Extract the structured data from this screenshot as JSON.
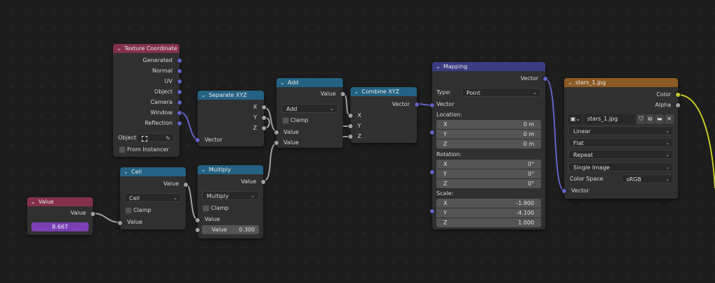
{
  "nodes": {
    "texture_coordinate": {
      "title": "Texture Coordinate",
      "outputs": [
        "Generated",
        "Normal",
        "UV",
        "Object",
        "Camera",
        "Window",
        "Reflection"
      ],
      "object_label": "Object:",
      "from_instancer_label": "From Instancer"
    },
    "separate_xyz": {
      "title": "Separate XYZ",
      "outputs": [
        "X",
        "Y",
        "Z"
      ],
      "input": "Vector"
    },
    "add": {
      "title": "Add",
      "output": "Value",
      "operation": "Add",
      "clamp_label": "Clamp",
      "inputs": [
        "Value",
        "Value"
      ]
    },
    "combine_xyz": {
      "title": "Combine XYZ",
      "output": "Vector",
      "inputs": [
        "X",
        "Y",
        "Z"
      ]
    },
    "mapping": {
      "title": "Mapping",
      "output": "Vector",
      "type_label": "Type:",
      "type_value": "Point",
      "vector_input": "Vector",
      "location_label": "Location:",
      "location": [
        {
          "axis": "X",
          "value": "0 m"
        },
        {
          "axis": "Y",
          "value": "0 m"
        },
        {
          "axis": "Z",
          "value": "0 m"
        }
      ],
      "rotation_label": "Rotation:",
      "rotation": [
        {
          "axis": "X",
          "value": "0°"
        },
        {
          "axis": "Y",
          "value": "0°"
        },
        {
          "axis": "Z",
          "value": "0°"
        }
      ],
      "scale_label": "Scale:",
      "scale": [
        {
          "axis": "X",
          "value": "-1.900"
        },
        {
          "axis": "Y",
          "value": "-4.100"
        },
        {
          "axis": "Z",
          "value": "1.000"
        }
      ]
    },
    "image_texture": {
      "title": "stars_1.jpg",
      "outputs": [
        "Color",
        "Alpha"
      ],
      "image_name": "stars_1.jpg",
      "interpolation": "Linear",
      "projection": "Flat",
      "extension": "Repeat",
      "source": "Single Image",
      "color_space_label": "Color Space",
      "color_space": "sRGB",
      "input": "Vector"
    },
    "ceil": {
      "title": "Ceil",
      "output": "Value",
      "operation": "Ceil",
      "clamp_label": "Clamp",
      "input": "Value"
    },
    "multiply": {
      "title": "Multiply",
      "output": "Value",
      "operation": "Multiply",
      "clamp_label": "Clamp",
      "input": "Value",
      "value_label": "Value",
      "value": "0.300"
    },
    "value": {
      "title": "Value",
      "output": "Value",
      "value": "8.667"
    }
  },
  "colors": {
    "input_header": "#83314a",
    "converter_header": "#246283",
    "vector_header": "#3c3c83",
    "texture_header": "#8c5a24",
    "socket_grey": "#a1a1a1",
    "socket_purple": "#6363c7",
    "socket_yellow": "#c7c729",
    "value_field": "#7a3fb5"
  }
}
